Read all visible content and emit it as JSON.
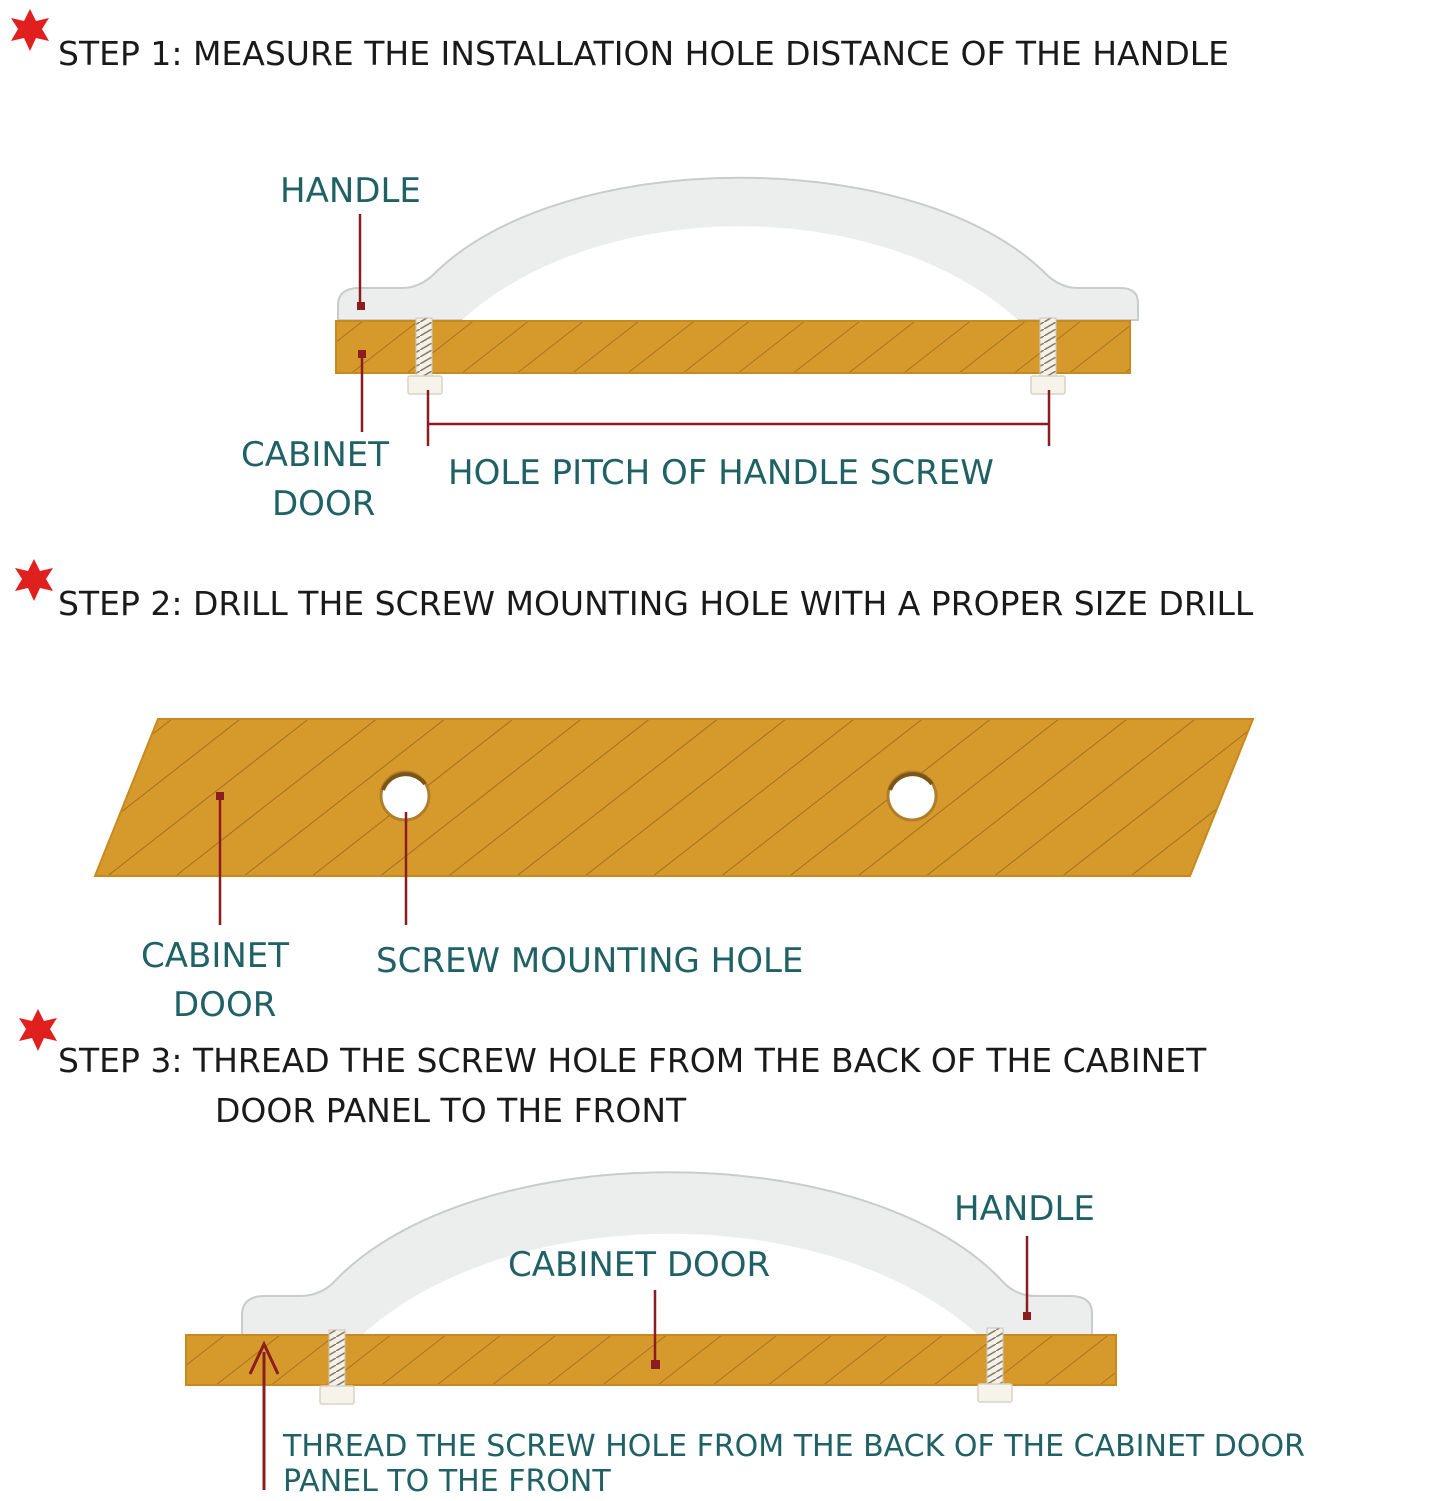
{
  "colors": {
    "wood": "#d69a2c",
    "wood_edge": "#c88a1e",
    "grain": "#9e6a18",
    "handle": "#eceeee",
    "handle_edge": "#c9cccc",
    "label": "#1f6165",
    "leader": "#8b1d20",
    "star": "#e0201f",
    "step_text": "#1a1a1a"
  },
  "icons": {
    "step_marker": "red-star-icon"
  },
  "step1": {
    "title": "STEP 1: MEASURE THE INSTALLATION HOLE DISTANCE OF THE HANDLE",
    "handle_label": "HANDLE",
    "door_label_line1": "CABINET",
    "door_label_line2": "DOOR",
    "pitch_label": "HOLE PITCH OF HANDLE SCREW"
  },
  "step2": {
    "title": "STEP 2: DRILL THE SCREW MOUNTING HOLE WITH A PROPER SIZE DRILL",
    "door_label_line1": "CABINET",
    "door_label_line2": "DOOR",
    "hole_label": "SCREW MOUNTING HOLE"
  },
  "step3": {
    "title_line1": "STEP 3: THREAD THE SCREW HOLE FROM THE BACK OF THE CABINET",
    "title_line2": "DOOR PANEL TO THE FRONT",
    "handle_label": "HANDLE",
    "door_label": "CABINET DOOR",
    "thread_label_line1": "THREAD THE SCREW HOLE FROM THE BACK OF THE CABINET DOOR",
    "thread_label_line2": "PANEL TO THE FRONT"
  }
}
